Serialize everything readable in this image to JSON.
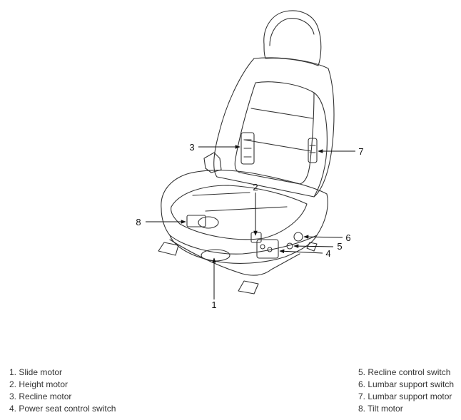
{
  "callouts": {
    "c1": "1",
    "c2": "2",
    "c3": "3",
    "c4": "4",
    "c5": "5",
    "c6": "6",
    "c7": "7",
    "c8": "8"
  },
  "legend": {
    "left": [
      "1. Slide motor",
      "2. Height motor",
      "3. Recline motor",
      "4. Power seat control switch"
    ],
    "right": [
      "5. Recline control switch",
      "6. Lumbar support switch",
      "7. Lumbar support motor",
      "8. Tilt motor"
    ]
  }
}
